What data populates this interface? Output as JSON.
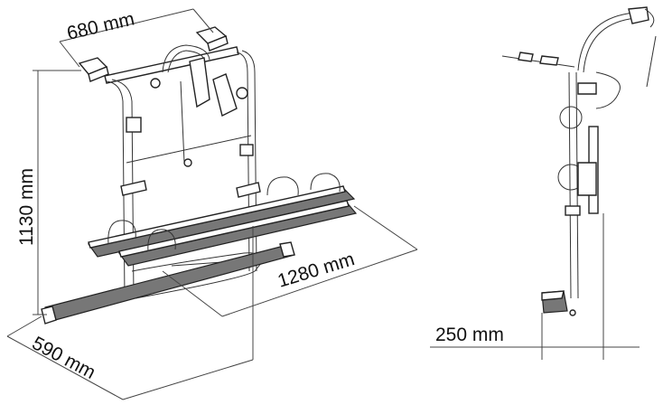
{
  "dimensions": {
    "width_top": "680 mm",
    "height": "1130 mm",
    "depth_long": "1280 mm",
    "depth_short": "590 mm",
    "side_offset": "250 mm"
  },
  "colors": {
    "line": "#222222",
    "rail_fill": "#777777",
    "background": "#ffffff"
  }
}
